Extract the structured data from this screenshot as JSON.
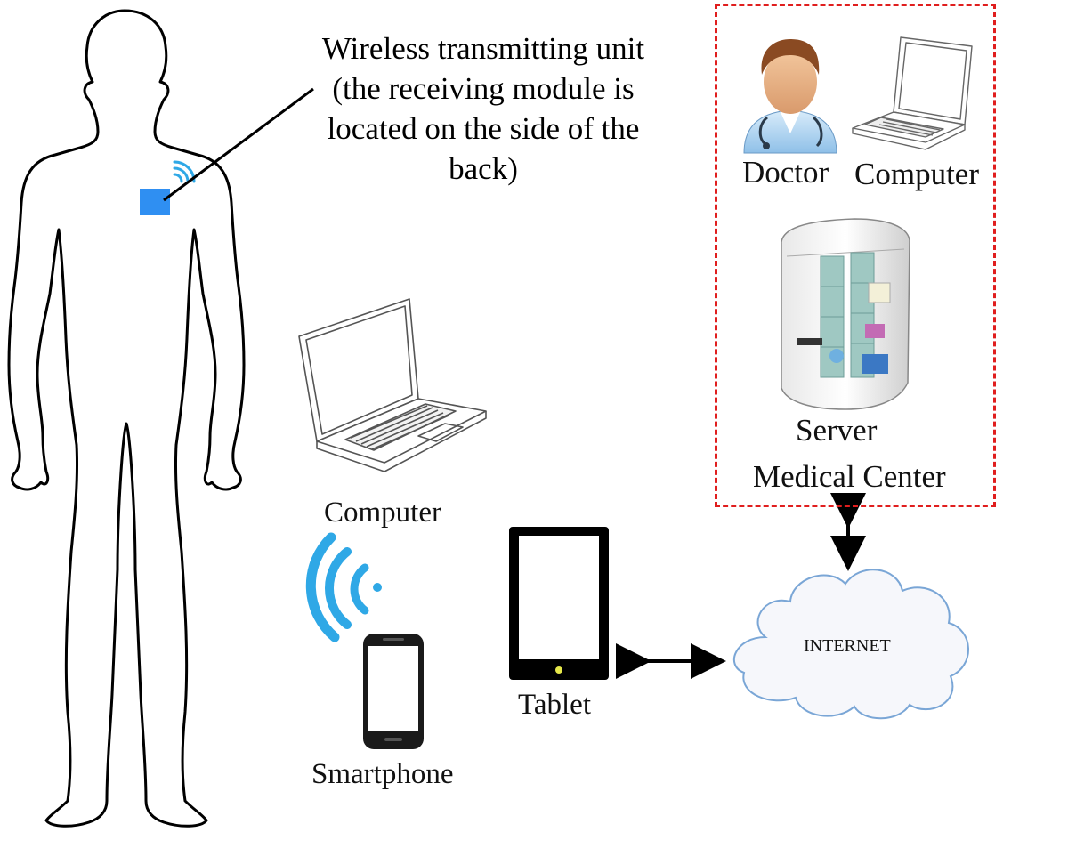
{
  "annotation": {
    "lines": [
      "Wireless transmitting unit",
      "(the receiving module is",
      "located on the side of the",
      "back)"
    ]
  },
  "medical_center": {
    "doctor_label": "Doctor",
    "computer_label": "Computer",
    "server_label": "Server",
    "center_label": "Medical Center"
  },
  "devices": {
    "computer_label": "Computer",
    "smartphone_label": "Smartphone",
    "tablet_label": "Tablet"
  },
  "internet": {
    "label": "INTERNET"
  },
  "colors": {
    "sensor": "#2f8ff2",
    "wifi": "#2fa8e6",
    "dashed_border": "#e01e1e",
    "cloud_stroke": "#7aa6d6",
    "cloud_fill": "#f6f7fb"
  }
}
